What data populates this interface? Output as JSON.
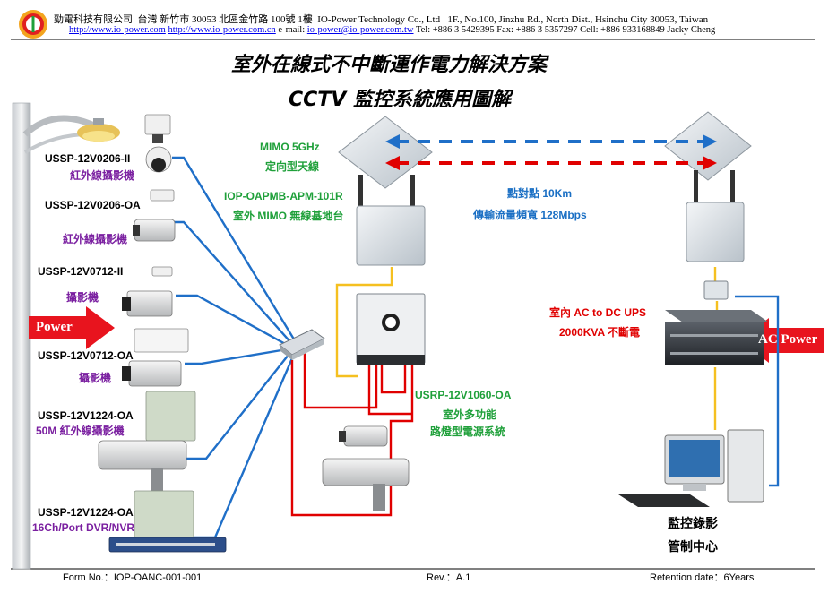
{
  "header": {
    "company_cn": "勁電科技有限公司",
    "address_cn": "台灣 新竹市 30053 北區金竹路 100號 1樓",
    "company_en": "IO-Power Technology Co., Ltd",
    "address_en": "1F., No.100, Jinzhu Rd., North Dist., Hsinchu City 30053, Taiwan",
    "url1": "http://www.io-power.com",
    "url2": "http://www.io-power.com.cn",
    "email_label": "e-mail:",
    "email": "io-power@io-power.com.tw",
    "contact": "Tel: +886 3 5429395 Fax: +886 3 5357297 Cell: +886 933168849    Jacky Cheng"
  },
  "titles": {
    "main": "室外在線式不中斷運作電力解決方案",
    "sub": "CCTV  監控系統應用圖解"
  },
  "devices": [
    {
      "model": "USSP-12V0206-II",
      "desc": "紅外線攝影機"
    },
    {
      "model": "USSP-12V0206-OA",
      "desc": "紅外線攝影機"
    },
    {
      "model": "USSP-12V0712-II",
      "desc": "攝影機"
    },
    {
      "model": "USSP-12V0712-OA",
      "desc": "攝影機"
    },
    {
      "model": "USSP-12V1224-OA",
      "desc": "50M 紅外線攝影機"
    },
    {
      "model": "USSP-12V1224-OA",
      "desc": "16Ch/Port DVR/NVR"
    }
  ],
  "labels": {
    "power": "Power",
    "ac_power": "AC Power",
    "mimo": "MIMO 5GHz",
    "antenna": "定向型天線",
    "base_model": "IOP-OAPMB-APM-101R",
    "base_desc": "室外 MIMO 無線基地台",
    "p2p": "點對點  10Km",
    "bandwidth": "傳輸流量頻寬  128Mbps",
    "ups_line1": "室內  AC to DC UPS",
    "ups_line2": "2000KVA 不斷電",
    "usrp_model": "USRP-12V1060-OA",
    "usrp_desc1": "室外多功能",
    "usrp_desc2": "路燈型電源系統",
    "monitor1": "監控錄影",
    "monitor2": "管制中心"
  },
  "footer": {
    "form_no": "Form No.：IOP-OANC-001-001",
    "rev": "Rev.：A.1",
    "retention": "Retention date：6Years"
  },
  "colors": {
    "blue_line": "#1f6fc8",
    "red_line": "#e00000",
    "yellow_line": "#f5c020",
    "red_arrow": "#e8141e",
    "green_text": "#1fa03a",
    "purple_text": "#7a1fa0"
  }
}
